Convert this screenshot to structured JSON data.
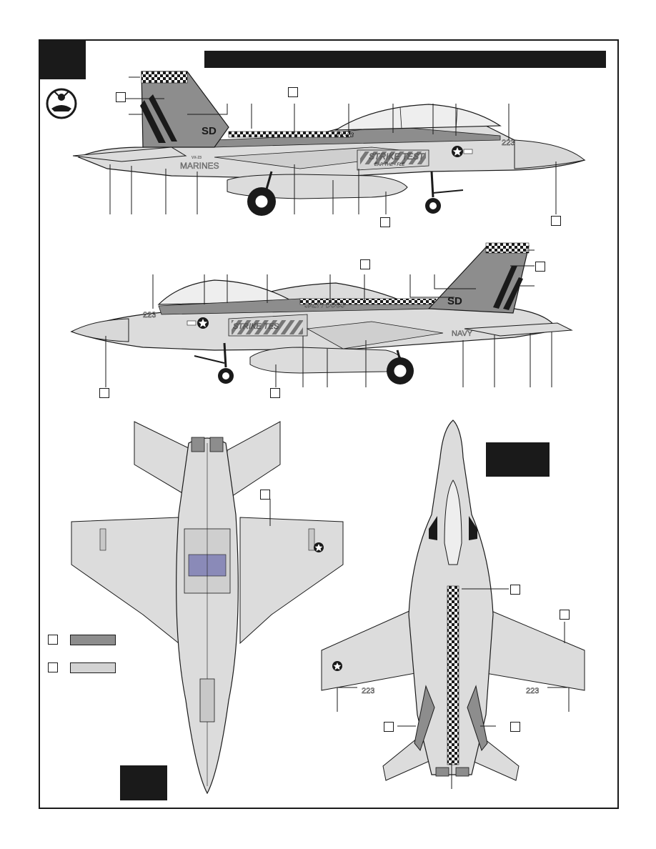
{
  "colors": {
    "dark_gray": "#8d8d8d",
    "light_gray": "#d3d3d3",
    "aircraft_fill": "#dcdcdc",
    "outline": "#1a1a1a",
    "accent_blue": "#5a5ab4"
  },
  "markings": {
    "tail_code": "SD",
    "squadron": "VX-23",
    "strike_test": "STRIKE TEST",
    "strike_test_sub": "EAR THE - FLE",
    "strike_test_short": "STRIKE TES",
    "marines": "MARINES",
    "navy": "NAVY",
    "salty_dogs": "SALTY DOGS",
    "modex": "223",
    "unit_small": "VX-23"
  },
  "icons": {
    "emblem": "squadron-emblem-icon",
    "insignia": "national-star-insignia-icon"
  }
}
